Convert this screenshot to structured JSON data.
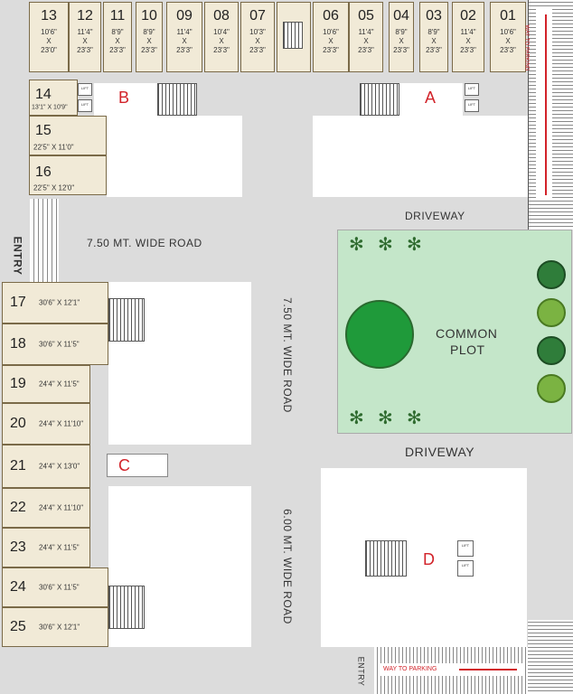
{
  "top_shops": [
    {
      "num": "13",
      "w": "10'6\"",
      "d": "23'0\""
    },
    {
      "num": "12",
      "w": "11'4\"",
      "d": "23'3\""
    },
    {
      "num": "11",
      "w": "8'9\"",
      "d": "23'3\""
    },
    {
      "num": "10",
      "w": "8'9\"",
      "d": "23'3\""
    },
    {
      "num": "09",
      "w": "11'4\"",
      "d": "23'3\""
    },
    {
      "num": "08",
      "w": "10'4\"",
      "d": "23'3\""
    },
    {
      "num": "07",
      "w": "10'3\"",
      "d": "23'3\""
    },
    {
      "num": "06",
      "w": "10'6\"",
      "d": "23'3\""
    },
    {
      "num": "05",
      "w": "11'4\"",
      "d": "23'3\""
    },
    {
      "num": "04",
      "w": "8'9\"",
      "d": "23'3\""
    },
    {
      "num": "03",
      "w": "8'9\"",
      "d": "23'3\""
    },
    {
      "num": "02",
      "w": "11'4\"",
      "d": "23'3\""
    },
    {
      "num": "01",
      "w": "10'6\"",
      "d": "23'3\""
    }
  ],
  "dim_x": "X",
  "left_shops": [
    {
      "num": "14",
      "dim": "13'1\" X 10'9\""
    },
    {
      "num": "15",
      "dim": "22'5\" X 11'0\""
    },
    {
      "num": "16",
      "dim": "22'5\" X 12'0\""
    }
  ],
  "lower_shops": [
    {
      "num": "17",
      "dim": "30'6\" X 12'1\""
    },
    {
      "num": "18",
      "dim": "30'6\" X 11'5\""
    },
    {
      "num": "19",
      "dim": "24'4\" X 11'5\""
    },
    {
      "num": "20",
      "dim": "24'4\" X 11'10\""
    },
    {
      "num": "21",
      "dim": "24'4\" X 13'0\""
    },
    {
      "num": "22",
      "dim": "24'4\" X 11'10\""
    },
    {
      "num": "23",
      "dim": "24'4\" X 11'5\""
    },
    {
      "num": "24",
      "dim": "30'6\" X 11'5\""
    },
    {
      "num": "25",
      "dim": "30'6\" X 12'1\""
    }
  ],
  "blocks": {
    "a": "A",
    "b": "B",
    "c": "C",
    "d": "D"
  },
  "lift_label": "LIFT",
  "roads": {
    "driveway_top": "DRIVEWAY",
    "driveway_mid": "DRIVEWAY",
    "road_h": "7.50 MT. WIDE ROAD",
    "road_v1": "7.50 MT. WIDE ROAD",
    "road_v2": "6.00 MT. WIDE ROAD",
    "entry_left": "ENTRY",
    "entry_bottom": "ENTRY",
    "way_top": "WAY TO PARKING",
    "way_bottom": "WAY TO PARKING"
  },
  "common_plot": {
    "line1": "COMMON",
    "line2": "PLOT"
  },
  "colors": {
    "shop_fill": "#f1ead7",
    "shop_border": "#7a6a48",
    "plot": "#c4e6c9",
    "block_letter": "#d2232a",
    "arrow": "#d2232a"
  }
}
